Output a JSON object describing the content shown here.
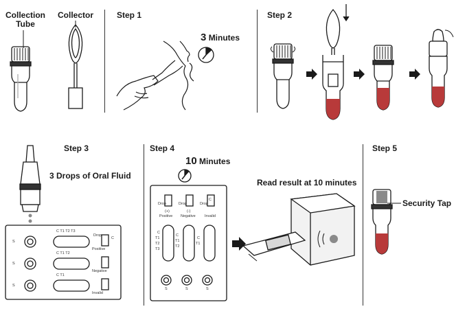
{
  "top": {
    "collection_tube": "Collection\nTube",
    "collector": "Collector",
    "step1": {
      "title": "Step 1",
      "timer_value": "3",
      "timer_unit": "Minutes"
    },
    "step2": {
      "title": "Step 2"
    }
  },
  "bottom": {
    "step3": {
      "title": "Step 3",
      "instruction": "3 Drops of  Oral Fluid"
    },
    "step4": {
      "title": "Step 4",
      "timer_value": "10",
      "timer_unit": "Minutes",
      "read_result": "Read result at 10 minutes"
    },
    "step5": {
      "title": "Step 5",
      "callout": "Security Tap"
    }
  },
  "card_step4": {
    "drop": "Drop",
    "pos": "Positive",
    "neg": "Negative",
    "inv": "Invalid",
    "pos_sign": "(+)",
    "neg_sign": "(-)",
    "lines_a": [
      "C",
      "T1",
      "T2",
      "T3"
    ],
    "lines_b": [
      "C",
      "T1",
      "T2"
    ],
    "lines_c": [
      "C",
      "T1"
    ],
    "s": "S",
    "c": "C"
  },
  "card_step3": {
    "s": "S",
    "c": "C",
    "row1": "C T1 T2 T3",
    "row2": "C T1 T2",
    "row3": "C T1",
    "drop": "Drop",
    "pos": "Positive",
    "neg": "Negative",
    "inv": "Invalid"
  },
  "colors": {
    "ink": "#1a1a1a",
    "fluid_red": "#b83a3a",
    "shade": "#8a8a8a"
  }
}
